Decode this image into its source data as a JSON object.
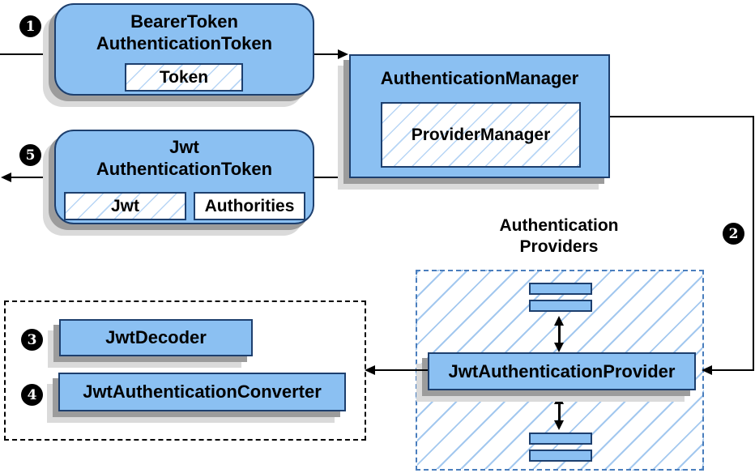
{
  "colors": {
    "box-fill": "#8bc0f2",
    "box-border": "#1d3f6e",
    "hatch": "#a3c8ef",
    "hatch-light": "#b7d5f5",
    "shadow-dark": "#9c9c9c",
    "shadow-light": "#dadada",
    "dashed-blue": "#4a7ebd"
  },
  "badges": {
    "s1": "1",
    "s2": "2",
    "s3": "3",
    "s4": "4",
    "s5": "5"
  },
  "nodes": {
    "bearer_token": {
      "line1": "BearerToken",
      "line2": "AuthenticationToken",
      "chip": "Token"
    },
    "authentication_manager": {
      "title": "AuthenticationManager",
      "chip": "ProviderManager"
    },
    "jwt_authentication_token": {
      "line1": "Jwt",
      "line2": "AuthenticationToken",
      "chip_jwt": "Jwt",
      "chip_authorities": "Authorities"
    },
    "providers_group": {
      "title_line1": "Authentication",
      "title_line2": "Providers"
    },
    "jwt_authentication_provider": {
      "label": "JwtAuthenticationProvider"
    },
    "jwt_decoder": {
      "label": "JwtDecoder"
    },
    "jwt_authentication_converter": {
      "label": "JwtAuthenticationConverter"
    }
  }
}
